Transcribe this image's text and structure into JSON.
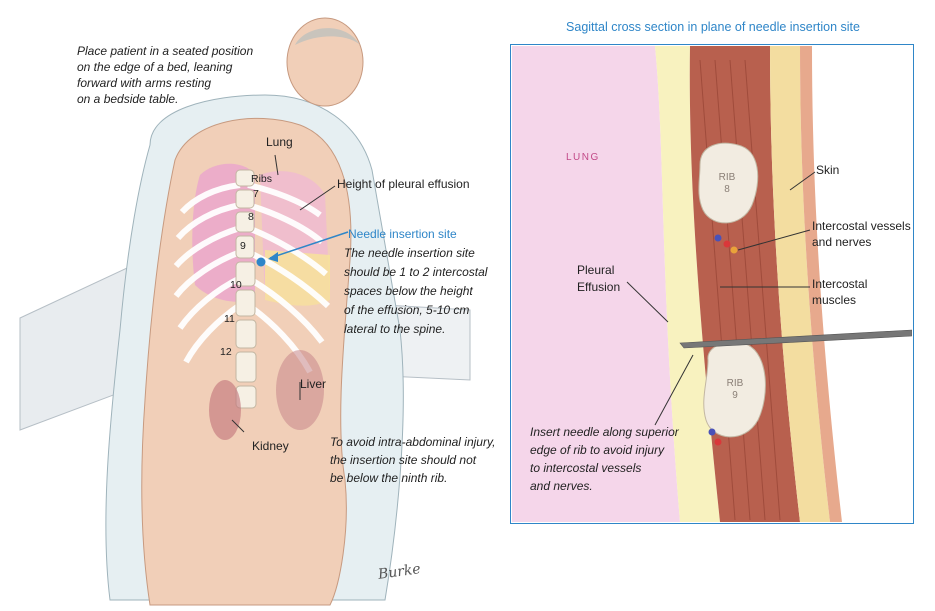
{
  "left_panel": {
    "instruction": [
      "Place patient in a seated position",
      "on the edge of a bed, leaning",
      "forward with arms resting",
      "on a bedside table."
    ],
    "labels": {
      "lung": "Lung",
      "ribs": "Ribs",
      "rib_numbers": [
        "7",
        "8",
        "9",
        "10",
        "11",
        "12"
      ],
      "height_effusion": "Height of pleural effusion",
      "needle_site_title": "Needle insertion site",
      "needle_site_note": [
        "The needle insertion site",
        "should be 1 to 2 intercostal",
        "spaces below the height",
        "of  the effusion, 5-10 cm",
        "lateral to the spine."
      ],
      "liver": "Liver",
      "kidney": "Kidney",
      "avoid_note": [
        "To avoid intra-abdominal injury,",
        "the insertion site should not",
        "be below the ninth rib."
      ]
    },
    "signature": "Burke"
  },
  "right_panel": {
    "title": "Sagittal cross section in plane of needle insertion site",
    "labels": {
      "lung": "LUNG",
      "rib8": [
        "RIB",
        "8"
      ],
      "rib9": [
        "RIB",
        "9"
      ],
      "skin": "Skin",
      "vessels": [
        "Intercostal vessels",
        "and nerves"
      ],
      "muscles": [
        "Intercostal",
        "muscles"
      ],
      "pleural": [
        "Pleural",
        "Effusion"
      ],
      "insert_note": [
        "Insert needle along superior",
        "edge of rib to avoid injury",
        "to intercostal vessels",
        "and nerves."
      ]
    }
  },
  "colors": {
    "accent_blue": "#2f86c8",
    "skin": "#f1cfb8",
    "muscle": "#b55a4a",
    "lung_pink": "#f4d2e6",
    "effusion_yellow": "#f7f0b8"
  }
}
